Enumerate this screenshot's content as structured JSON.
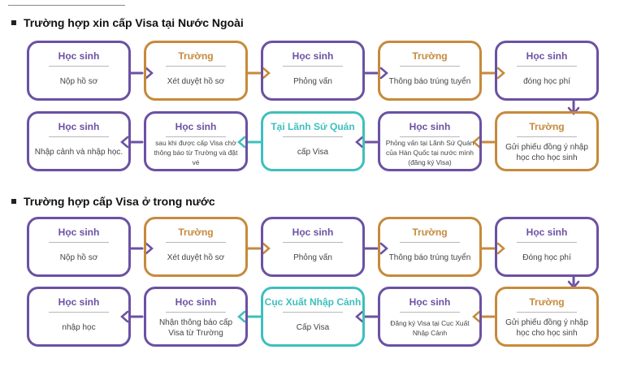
{
  "sections": [
    {
      "heading": "Trường hợp xin cấp Visa tại Nước Ngoài",
      "row1": [
        {
          "role": "Học sinh",
          "text": "Nộp hồ sơ"
        },
        {
          "role": "Trường",
          "text": "Xét duyệt hồ sơ"
        },
        {
          "role": "Học sinh",
          "text": "Phỏng vấn"
        },
        {
          "role": "Trường",
          "text": "Thông báo trúng tuyển"
        },
        {
          "role": "Học sinh",
          "text": "đóng học phí"
        }
      ],
      "row2": [
        {
          "role": "Học sinh",
          "text": "Nhập cảnh và nhập học."
        },
        {
          "role": "Học sinh",
          "text": "sau khi được cấp Visa chờ thông báo từ Trường và đặt vé"
        },
        {
          "role": "Tại Lãnh Sứ Quán",
          "text": "cấp Visa"
        },
        {
          "role": "Học sinh",
          "text": "Phỏng vấn tại Lãnh Sứ Quán của Hàn Quốc tại nước mình (đăng ký Visa)"
        },
        {
          "role": "Trường",
          "text": "Gửi phiếu đồng ý nhập học cho học sinh"
        }
      ]
    },
    {
      "heading": "Trường hợp cấp Visa ở trong nước",
      "row1": [
        {
          "role": "Học sinh",
          "text": "Nộp hồ sơ"
        },
        {
          "role": "Trường",
          "text": "Xét duyệt hồ sơ"
        },
        {
          "role": "Học sinh",
          "text": "Phỏng vấn"
        },
        {
          "role": "Trường",
          "text": "Thông báo trúng tuyển"
        },
        {
          "role": "Học sinh",
          "text": "Đóng học phí"
        }
      ],
      "row2": [
        {
          "role": "Học sinh",
          "text": "nhập học"
        },
        {
          "role": "Học sinh",
          "text": "Nhận thông báo cấp Visa từ Trường"
        },
        {
          "role": "Cục Xuất Nhập Cảnh",
          "text": "Cấp Visa"
        },
        {
          "role": "Học sinh",
          "text": "Đăng ký Visa tại Cục Xuất Nhập Cảnh"
        },
        {
          "role": "Trường",
          "text": "Gửi phiếu đồng ý nhập học cho học sinh"
        }
      ]
    }
  ],
  "colors": {
    "student": "#6b51a3",
    "school": "#c68a3c",
    "authority": "#3ebfbd"
  }
}
